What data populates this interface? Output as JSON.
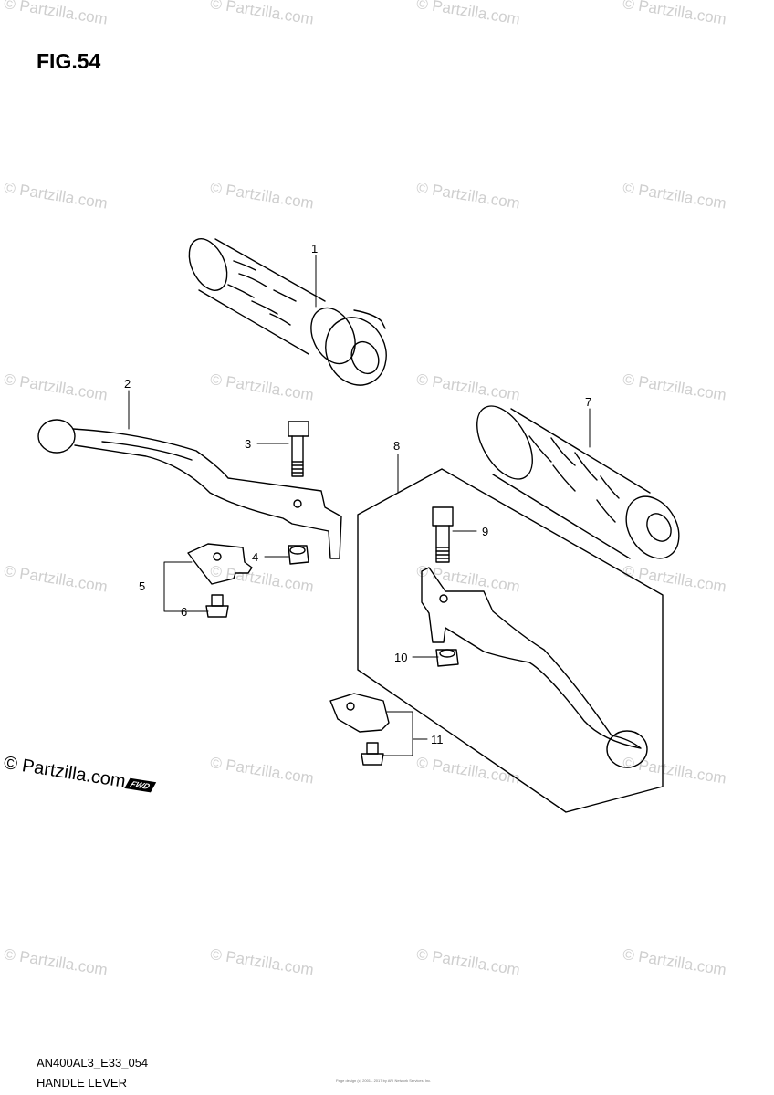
{
  "figure": {
    "title": "FIG.54",
    "code": "AN400AL3_E33_054",
    "caption": "HANDLE LEVER"
  },
  "watermark": {
    "text": "© Partzilla.com",
    "brand_text": "© Partzilla.com",
    "fwd_badge": "FWD"
  },
  "footnote": {
    "text": "Page design (c) 2001 - 2017 by ARI Network Services, Inc."
  },
  "callouts": [
    "1",
    "2",
    "3",
    "4",
    "5",
    "6",
    "7",
    "8",
    "9",
    "10",
    "11"
  ]
}
